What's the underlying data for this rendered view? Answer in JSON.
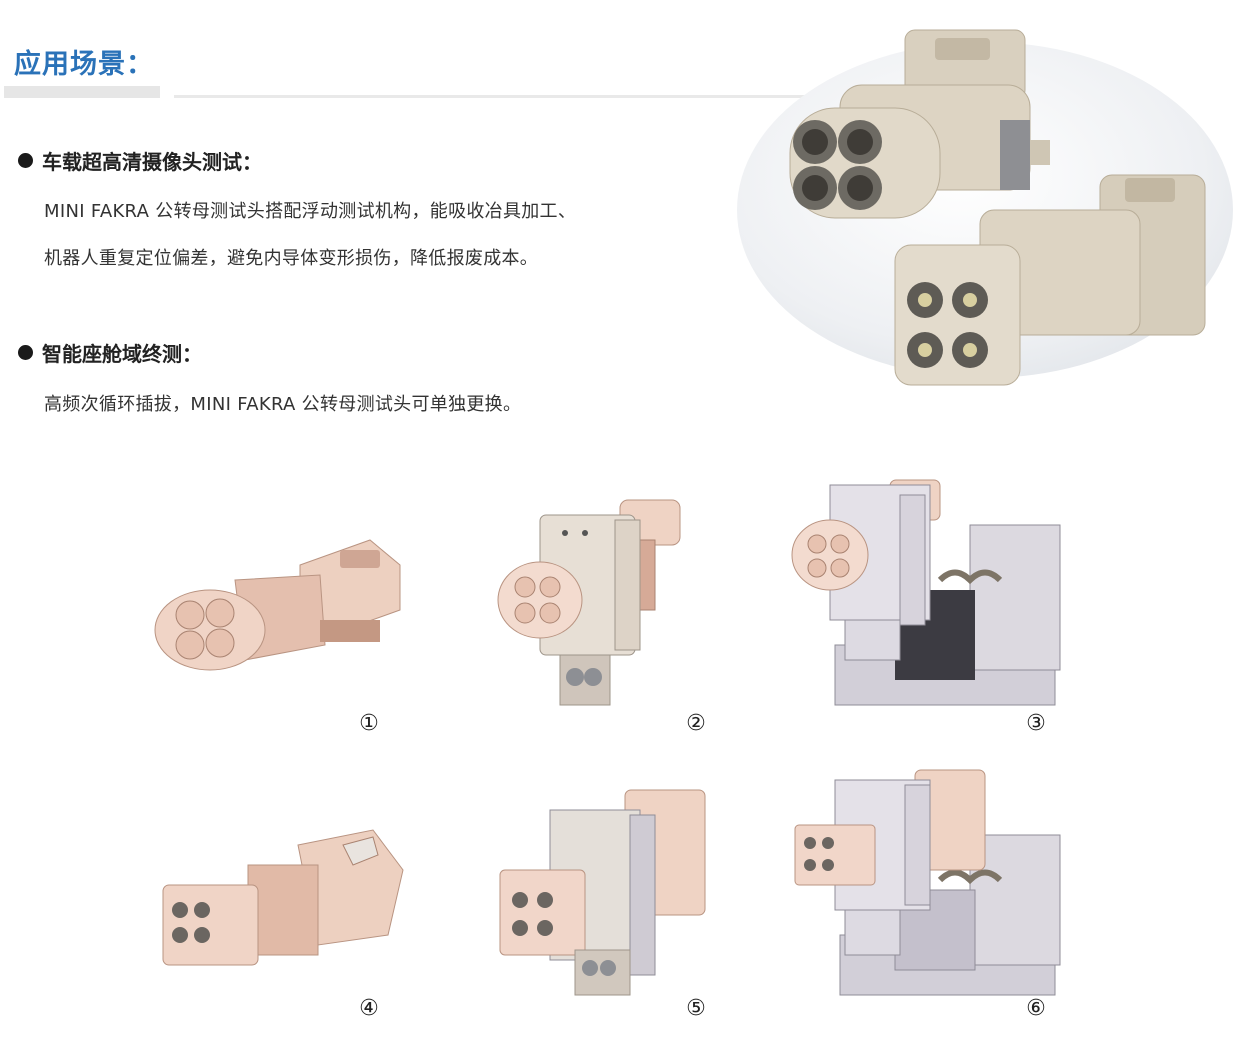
{
  "section_title": "应用场景：",
  "scenarios": [
    {
      "heading": "车载超高清摄像头测试：",
      "lines": [
        "MINI FAKRA 公转母测试头搭配浮动测试机构，能吸收冶具加工、",
        "机器人重复定位偏差，避免内导体变形损伤，降低报废成本。"
      ]
    },
    {
      "heading": "智能座舱域终测：",
      "lines": [
        "高频次循环插拔，MINI FAKRA 公转母测试头可单独更换。"
      ]
    }
  ],
  "figure_labels": [
    "①",
    "②",
    "③",
    "④",
    "⑤",
    "⑥"
  ],
  "colors": {
    "title": "#2a72b8",
    "connector_beige": "#dcd3c2",
    "connector_copper": "#e7c0ad",
    "fixture_metal": "#bdbac4"
  }
}
